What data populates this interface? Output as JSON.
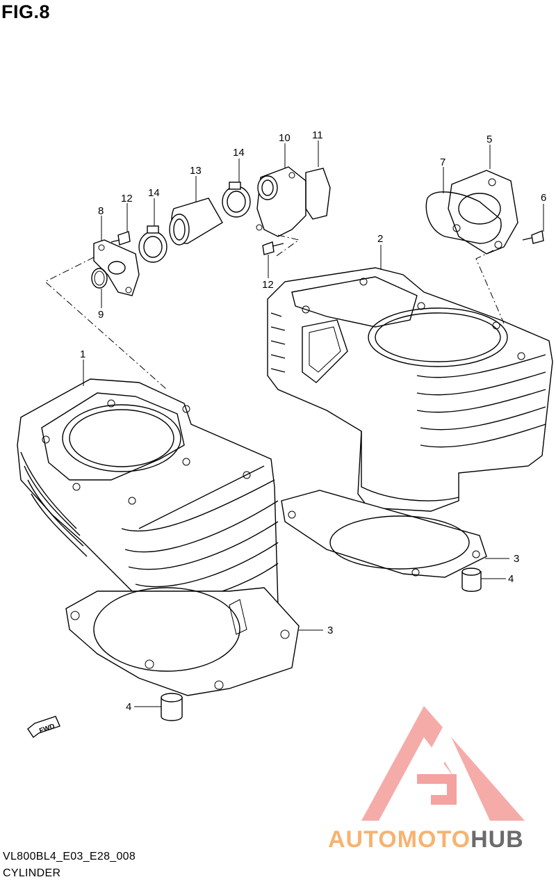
{
  "figure": {
    "title": "FIG.8"
  },
  "callouts": {
    "p1": "1",
    "p2": "2",
    "p3a": "3",
    "p3b": "3",
    "p4a": "4",
    "p4b": "4",
    "p5": "5",
    "p6": "6",
    "p7": "7",
    "p8": "8",
    "p9": "9",
    "p10": "10",
    "p11": "11",
    "p12a": "12",
    "p12b": "12",
    "p13": "13",
    "p14a": "14",
    "p14b": "14"
  },
  "fwd_label": "FWD",
  "watermark": {
    "text": "AUTOMOTOHUB",
    "colors": {
      "triangle": "#f4a3a0",
      "orange": "#f6b370",
      "dark": "#6b6b6b"
    }
  },
  "footer": {
    "code": "VL800BL4_E03_E28_008",
    "caption": "CYLINDER"
  }
}
